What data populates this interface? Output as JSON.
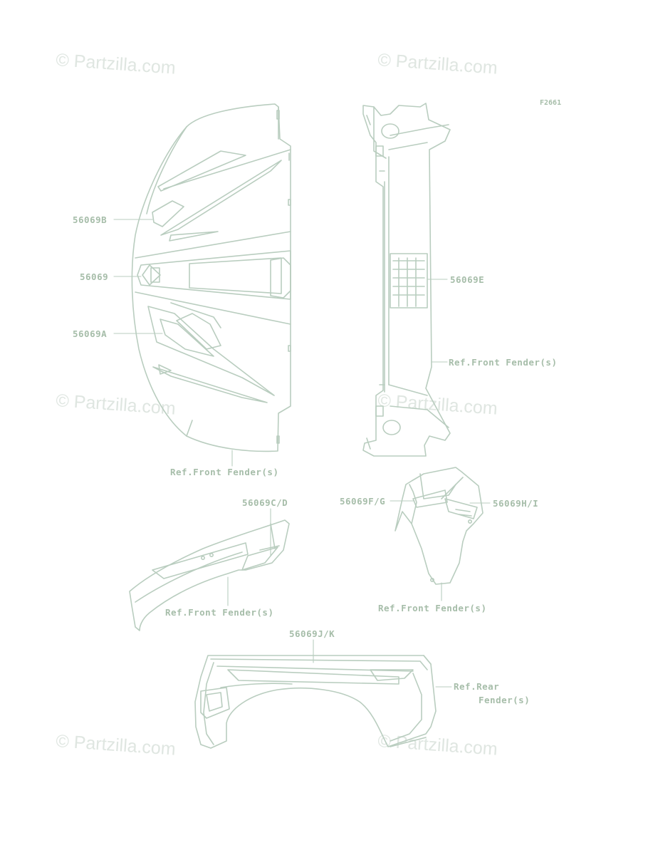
{
  "figure_code": "F2661",
  "watermark": "© Partzilla.com",
  "colors": {
    "line": "#b9cdbf",
    "text": "#a6bda9",
    "watermark": "#dfe6e1",
    "background": "#ffffff"
  },
  "callouts": {
    "p56069B": "56069B",
    "p56069": "56069",
    "p56069A": "56069A",
    "p56069E": "56069E",
    "ref_front_fender_1": "Ref.Front Fender(s)",
    "ref_front_fender_2": "Ref.Front Fender(s)",
    "p56069CD": "56069C/D",
    "ref_front_fender_3": "Ref.Front Fender(s)",
    "p56069FG": "56069F/G",
    "p56069HI": "56069H/I",
    "ref_front_fender_4": "Ref.Front Fender(s)",
    "p56069JK": "56069J/K",
    "ref_rear_fender_line1": "Ref.Rear",
    "ref_rear_fender_line2": "Fender(s)"
  }
}
